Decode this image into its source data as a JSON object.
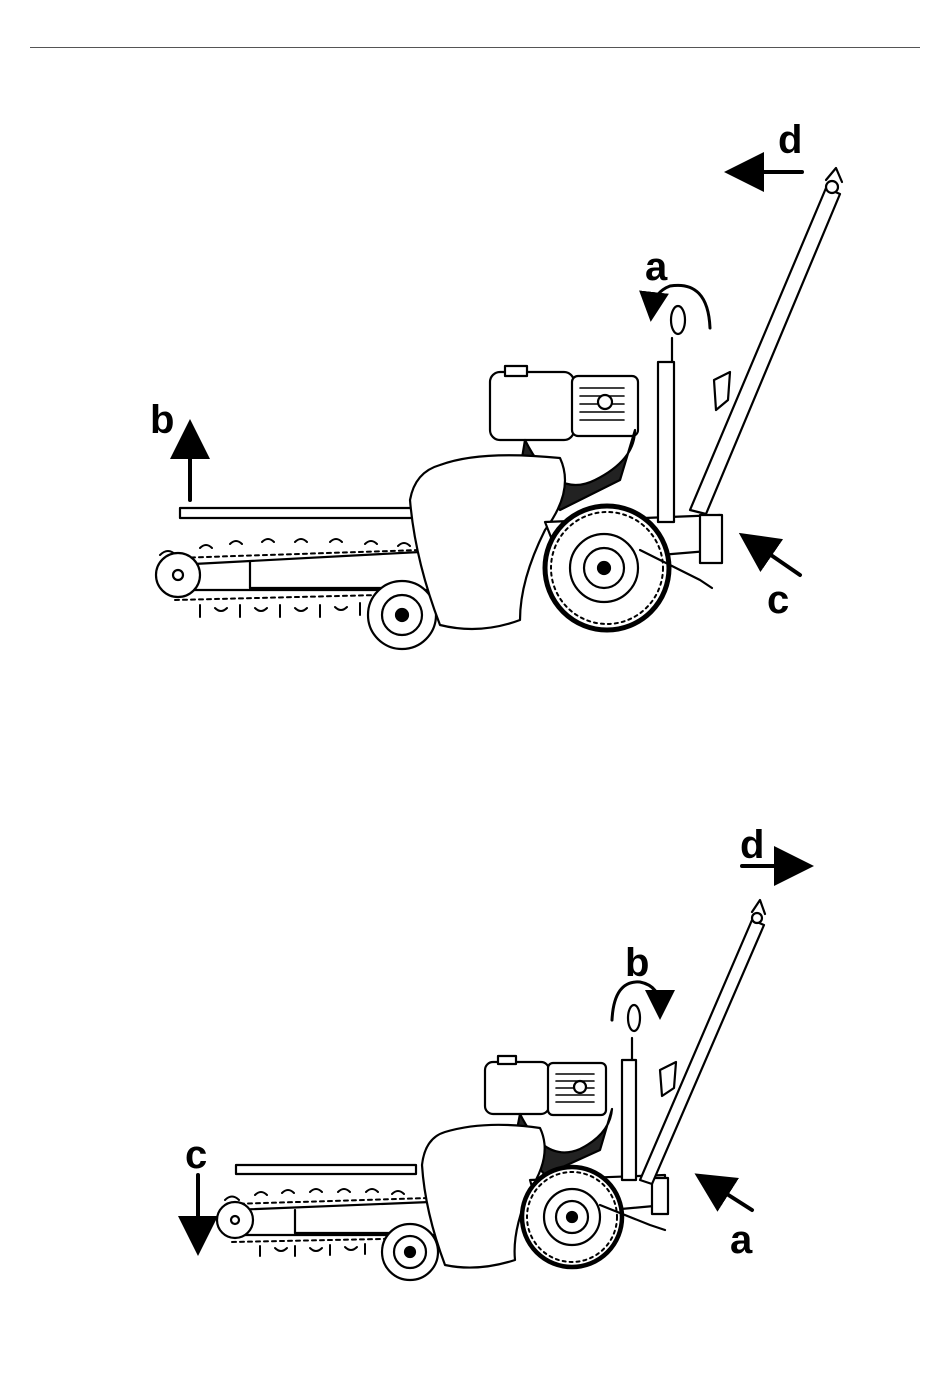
{
  "figures": [
    {
      "labels": {
        "a": "a",
        "b": "b",
        "c": "c",
        "d": "d"
      }
    },
    {
      "labels": {
        "a": "a",
        "b": "b",
        "c": "c",
        "d": "d"
      }
    }
  ]
}
